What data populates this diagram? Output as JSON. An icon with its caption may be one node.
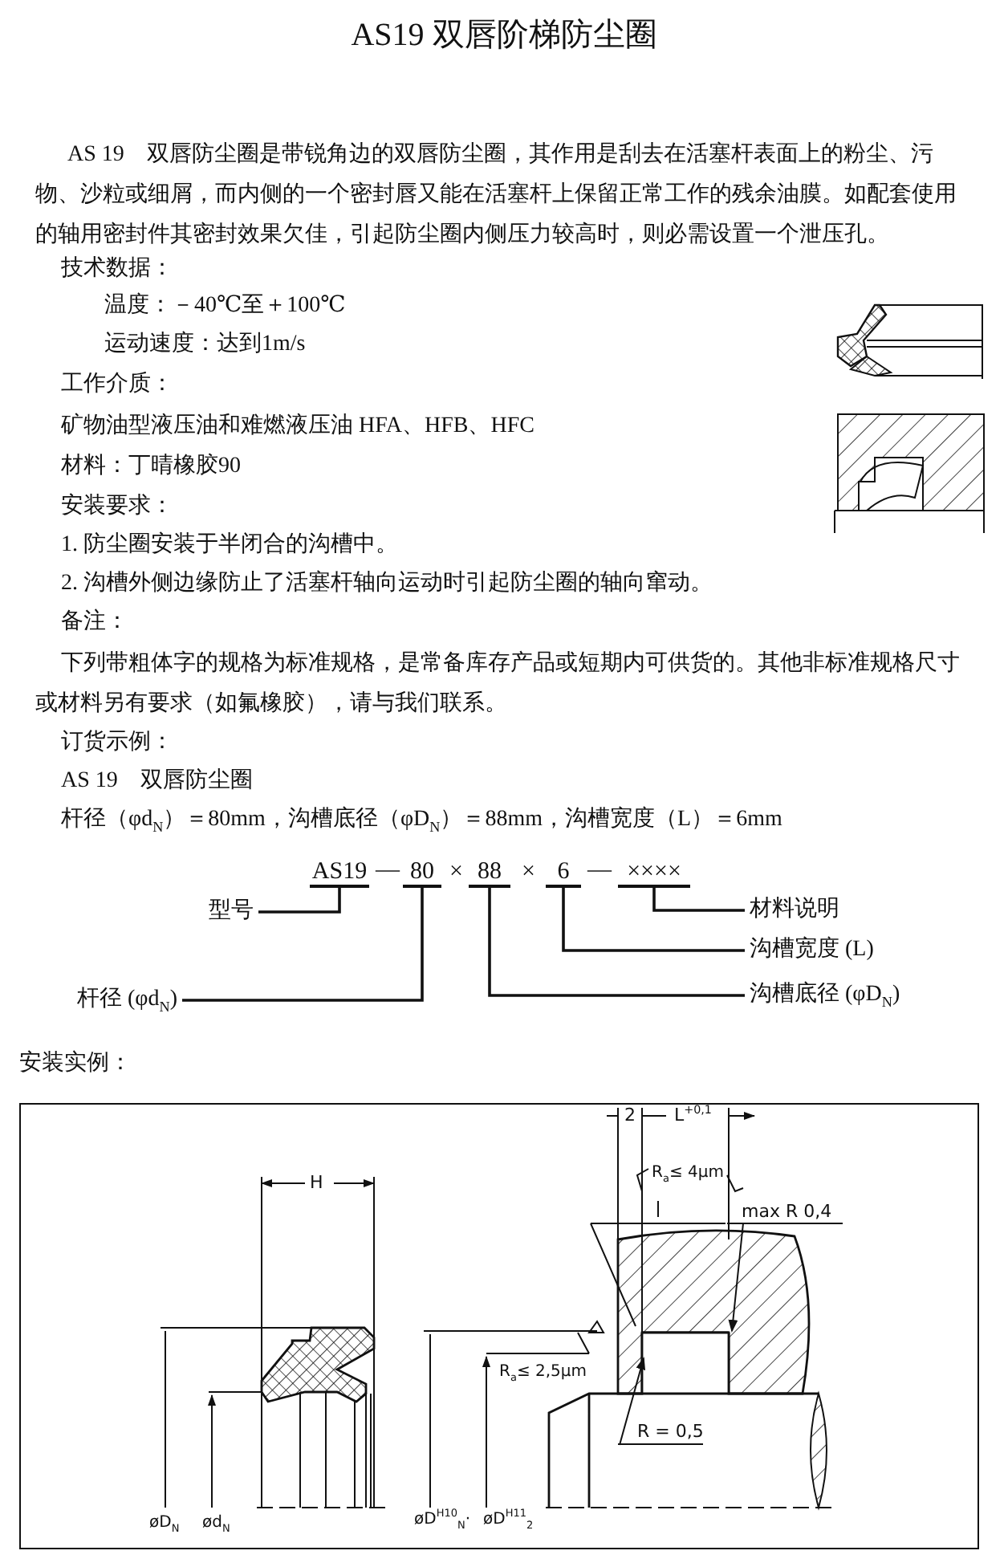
{
  "diagram": {
    "title": "AS19 双唇阶梯防尘圈",
    "nodes": [
      {
        "text": [
          "AS19"
        ]
      },
      {
        "text": [
          "80"
        ]
      },
      {
        "text": [
          "88"
        ]
      },
      {
        "text": [
          "6"
        ]
      },
      {
        "text": [
          "××××"
        ]
      },
      {
        "text": [
          "型号"
        ]
      },
      {
        "text": [
          "杆径 (φd$_{N}$)"
        ]
      },
      {
        "text": [
          "材料说明"
        ]
      },
      {
        "text": [
          "沟槽宽度 (L)"
        ]
      },
      {
        "text": [
          "沟槽底径 (φD$_{N}$)"
        ]
      },
      {
        "text": [
          "max R 0,4"
        ]
      },
      {
        "text": [
          "R = 0,5"
        ]
      }
    ],
    "edges": [
      {
        "from": 0,
        "to": 5,
        "arrow": "none"
      },
      {
        "from": 1,
        "to": 6,
        "arrow": "none"
      },
      {
        "from": 4,
        "to": 7,
        "arrow": "none"
      },
      {
        "from": 3,
        "to": 8,
        "arrow": "none"
      },
      {
        "from": 2,
        "to": 9,
        "arrow": "none"
      },
      {
        "from": 10,
        "to": null,
        "arrow": "to"
      },
      {
        "from": 11,
        "to": null,
        "arrow": "to"
      }
    ],
    "labels": [
      "AS 19　双唇防尘圈是带锐角边的双唇防尘圈，其作用是刮去在活塞杆表面上的粉尘、污物、沙粒或细屑，而内侧的一个密封唇又能在活塞杆上保留正常工作的残余油膜。如配套使用的轴用密封件其密封效果欠佳，引起防尘圈内侧压力较高时，则必需设置一个泄压孔。",
      "技术数据：",
      "温度：－40℃至＋100℃",
      "运动速度：达到1m/s",
      "工作介质：",
      "矿物油型液压油和难燃液压油 HFA、HFB、HFC",
      "材料：丁晴橡胶90",
      "安装要求：",
      "1. 防尘圈安装于半闭合的沟槽中。",
      "2. 沟槽外侧边缘防止了活塞杆轴向运动时引起防尘圈的轴向窜动。",
      "备注：",
      "下列带粗体字的规格为标准规格，是常备库存产品或短期内可供货的。其他非标准规格尺寸或材料另有要求（如氟橡胶），请与我们联系。",
      "订货示例：",
      "AS 19　双唇防尘圈",
      "杆径（φd$_{N}$）＝80mm，沟槽底径（φD$_{N}$）＝88mm，沟槽宽度（L）＝6mm",
      "—",
      "×",
      "×",
      "—",
      "安装实例：",
      "H",
      "øD$_{N}$",
      "ød$_{N}$",
      "øD$^{H10}$$_{N}$·",
      "øD$^{H11}$$_{2}$",
      "2",
      "L$^{+0,1}$",
      "R$_{a}$≤ 4µm",
      "R$_{a}$≤ 2,5µm"
    ]
  }
}
